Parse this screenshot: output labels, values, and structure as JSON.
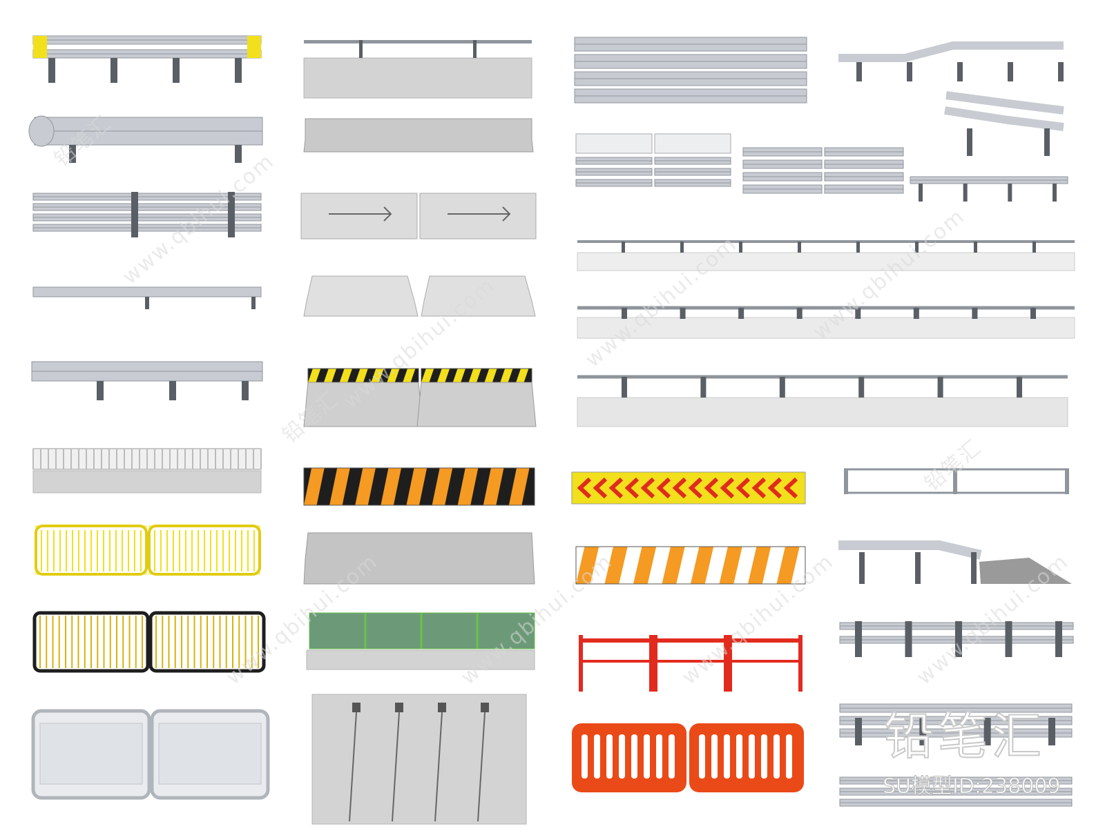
{
  "watermarks": {
    "text": "www.qbihui.com",
    "brand": "铅笔汇"
  },
  "brand": {
    "logo_text": "铅笔汇",
    "id_text": "SU模型ID:238009"
  },
  "colors": {
    "steel": "#c8ccd2",
    "steel_dark": "#8f959c",
    "post": "#5a5f66",
    "concrete": "#d3d3d3",
    "concrete_dark": "#b5b5b5",
    "yellow": "#f2e01c",
    "black": "#1e1e1e",
    "orange": "#f59a22",
    "red": "#e12b1e",
    "white": "#ffffff",
    "green": "#6c9a78",
    "green_frame": "#69c24a"
  },
  "gallery": {
    "items": [
      {
        "name": "w-beam-guardrail-yellow-ends"
      },
      {
        "name": "round-end-w-beam-guardrail"
      },
      {
        "name": "four-rail-w-beam-guardrail"
      },
      {
        "name": "low-thin-rail-guardrail"
      },
      {
        "name": "single-w-beam-guardrail"
      },
      {
        "name": "mesh-fence-on-curb"
      },
      {
        "name": "yellow-crowd-barrier"
      },
      {
        "name": "black-yellow-crowd-barrier"
      },
      {
        "name": "mesh-panel-barrier"
      },
      {
        "name": "concrete-wall-with-top-rail"
      },
      {
        "name": "concrete-jersey-barrier"
      },
      {
        "name": "concrete-barrier-with-arrows"
      },
      {
        "name": "concrete-barrier-segments"
      },
      {
        "name": "hazard-striped-concrete-barrier"
      },
      {
        "name": "orange-black-striped-barrier"
      },
      {
        "name": "long-concrete-barrier"
      },
      {
        "name": "green-mesh-fence-barrier"
      },
      {
        "name": "large-concrete-barrier-blocks"
      },
      {
        "name": "triple-w-beam-panel"
      },
      {
        "name": "curved-w-beam-guardrail"
      },
      {
        "name": "w-beam-terminal-end"
      },
      {
        "name": "mesh-and-beam-panels"
      },
      {
        "name": "short-thin-rail"
      },
      {
        "name": "concrete-parapet-rail-1"
      },
      {
        "name": "concrete-parapet-rail-2"
      },
      {
        "name": "concrete-parapet-rail-3"
      },
      {
        "name": "chevron-yellow-red-barrier"
      },
      {
        "name": "orange-white-striped-barrier"
      },
      {
        "name": "red-white-fence-barrier"
      },
      {
        "name": "orange-plastic-barrier"
      },
      {
        "name": "simple-rail-frame"
      },
      {
        "name": "w-beam-to-concrete-end"
      },
      {
        "name": "double-rail-guardrail"
      },
      {
        "name": "stacked-guardrails"
      }
    ]
  }
}
